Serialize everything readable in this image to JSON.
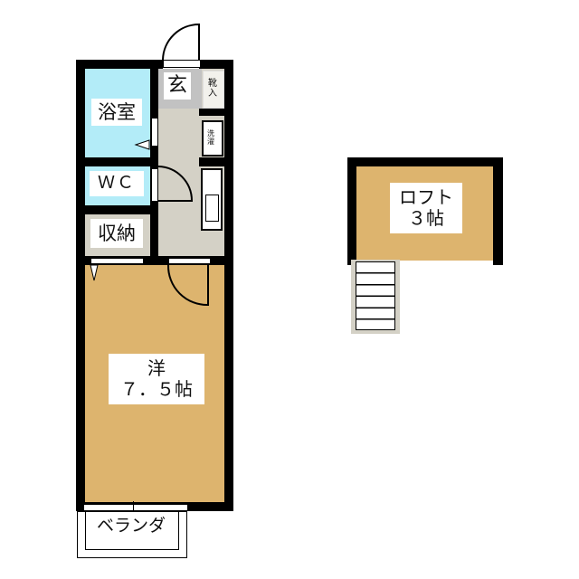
{
  "floor_plan": {
    "colors": {
      "wall": "#000000",
      "bathroom": "#b3ecf8",
      "wc": "#b3ecf8",
      "corridor": "#d4d1c6",
      "entrance": "#c2c2c2",
      "storage": "#d4d1c6",
      "western_room": "#ddb46e",
      "loft": "#ddb46e",
      "stairs_border": "#d4d1c6"
    },
    "rooms": {
      "entrance": {
        "label": "玄"
      },
      "shoe_box": {
        "label_line1": "靴",
        "label_line2": "入"
      },
      "washer": {
        "label_line1": "洗",
        "label_line2": "濯"
      },
      "bathroom": {
        "label": "浴室"
      },
      "wc": {
        "label": "ＷＣ"
      },
      "storage": {
        "label": "収納"
      },
      "western_room": {
        "label_line1": "洋",
        "label_line2": "７．５帖"
      },
      "veranda": {
        "label": "ベランダ"
      },
      "loft": {
        "label_line1": "ロフト",
        "label_line2": "３帖"
      }
    },
    "stairs": {
      "step_count": 6
    }
  }
}
